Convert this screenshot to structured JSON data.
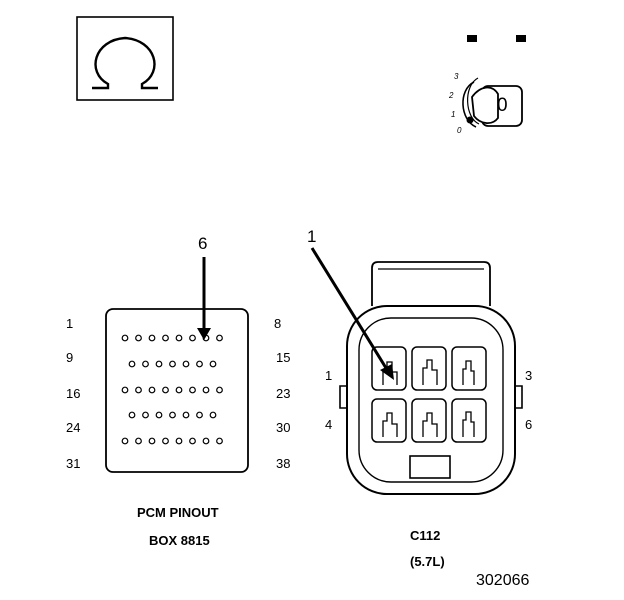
{
  "ohm_symbol": "Ω",
  "ignition": {
    "positions": [
      "3",
      "2",
      "1",
      "0"
    ],
    "key_label": "0"
  },
  "pcm": {
    "callout": "6",
    "title": "PCM PINOUT",
    "box": "BOX 8815",
    "left_rows": [
      "1",
      "9",
      "16",
      "24",
      "31"
    ],
    "right_rows": [
      "8",
      "15",
      "23",
      "30",
      "38"
    ]
  },
  "connector": {
    "callout": "1",
    "name": "C112",
    "variant": "(5.7L)",
    "left_top": "1",
    "left_bottom": "4",
    "right_top": "3",
    "right_bottom": "6"
  },
  "figure_id": "302066"
}
